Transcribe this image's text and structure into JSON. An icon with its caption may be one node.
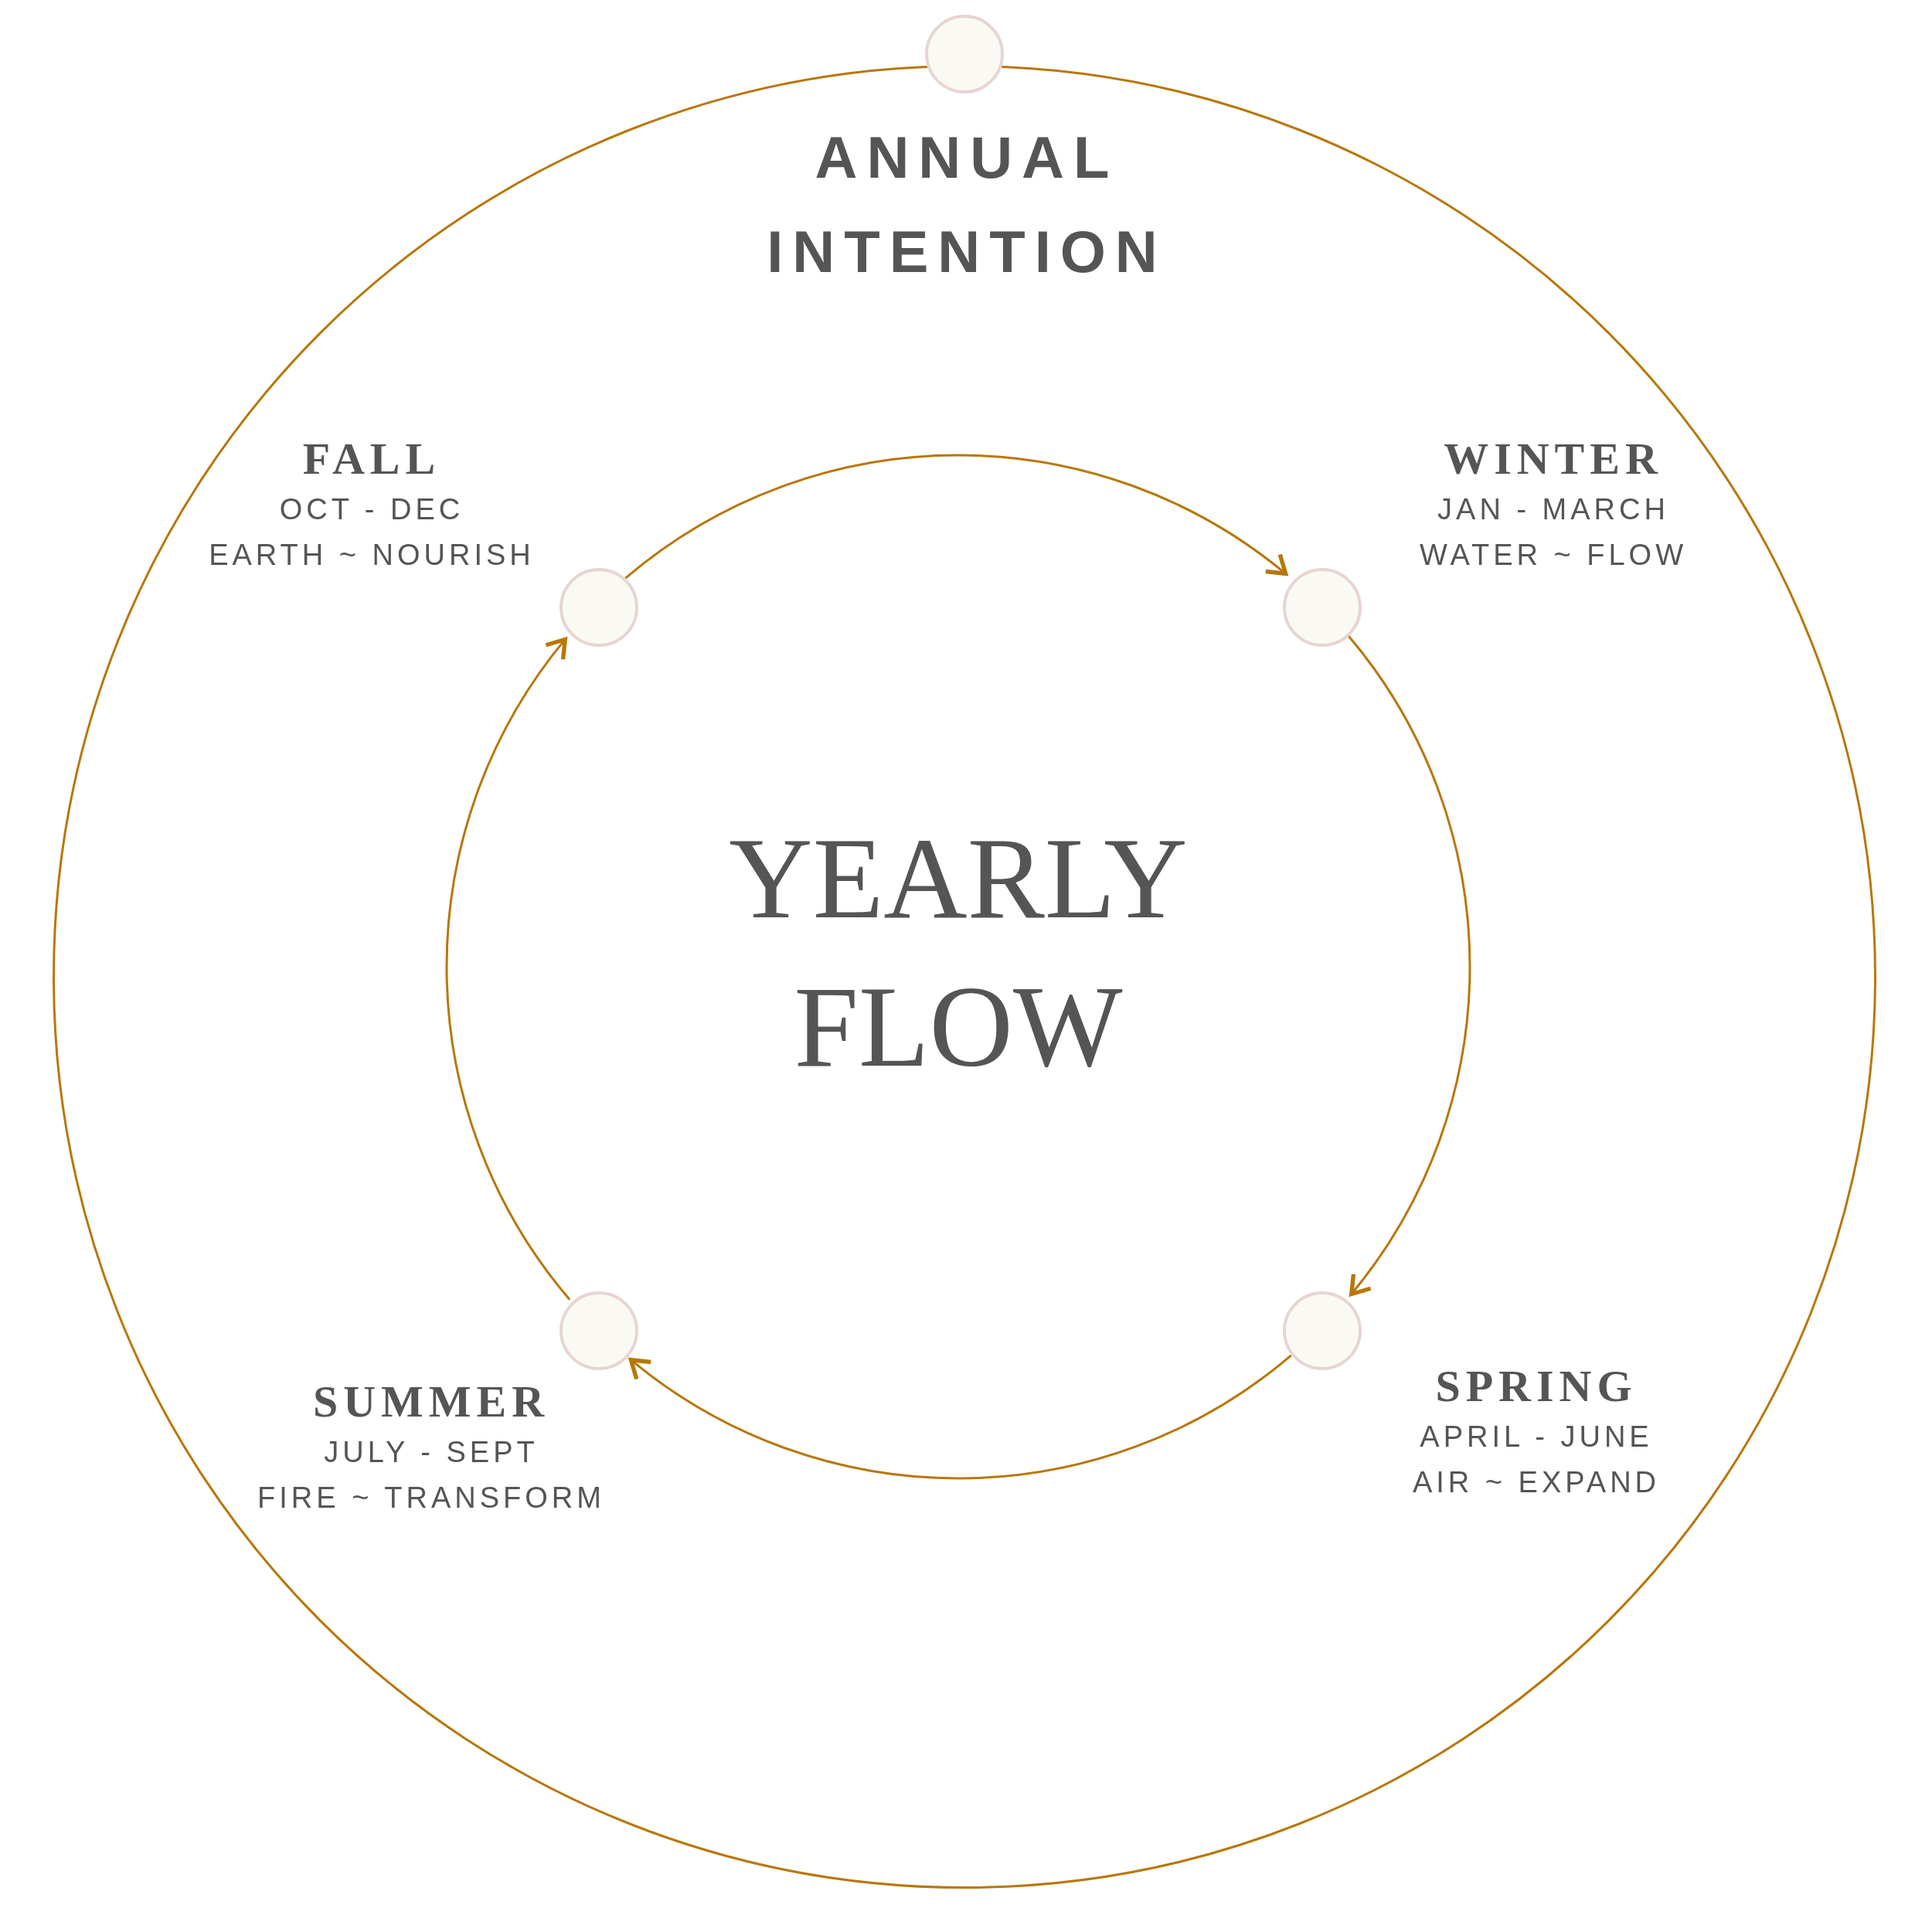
{
  "diagram": {
    "nodes": [
      {
        "text": [
          "ANNUAL INTENTION"
        ]
      },
      {
        "text": [],
        "shape": "circle"
      },
      {
        "text": [],
        "shape": "circle",
        "in": 0,
        "beside": [
          "FALL",
          "OCT - DEC",
          "EARTH ~ NOURISH"
        ]
      },
      {
        "text": [],
        "shape": "circle",
        "in": 0,
        "beside": [
          "WINTER",
          "JAN - MARCH",
          "WATER ~ FLOW"
        ]
      },
      {
        "text": [],
        "shape": "circle",
        "in": 0,
        "beside": [
          "SUMMER",
          "JULY - SEPT",
          "FIRE ~ TRANSFORM"
        ]
      },
      {
        "text": [],
        "shape": "circle",
        "in": 0,
        "beside": [
          "SPRING",
          "APRIL - JUNE",
          "AIR ~ EXPAND"
        ]
      }
    ],
    "edges": [
      {
        "from": 3,
        "to": 5,
        "arrow": "to"
      },
      {
        "from": 5,
        "to": 4,
        "arrow": "to"
      },
      {
        "from": 4,
        "to": 2,
        "arrow": "to"
      },
      {
        "from": 2,
        "to": 3,
        "arrow": "to"
      }
    ],
    "labels": [
      "YEARLY FLOW"
    ]
  }
}
